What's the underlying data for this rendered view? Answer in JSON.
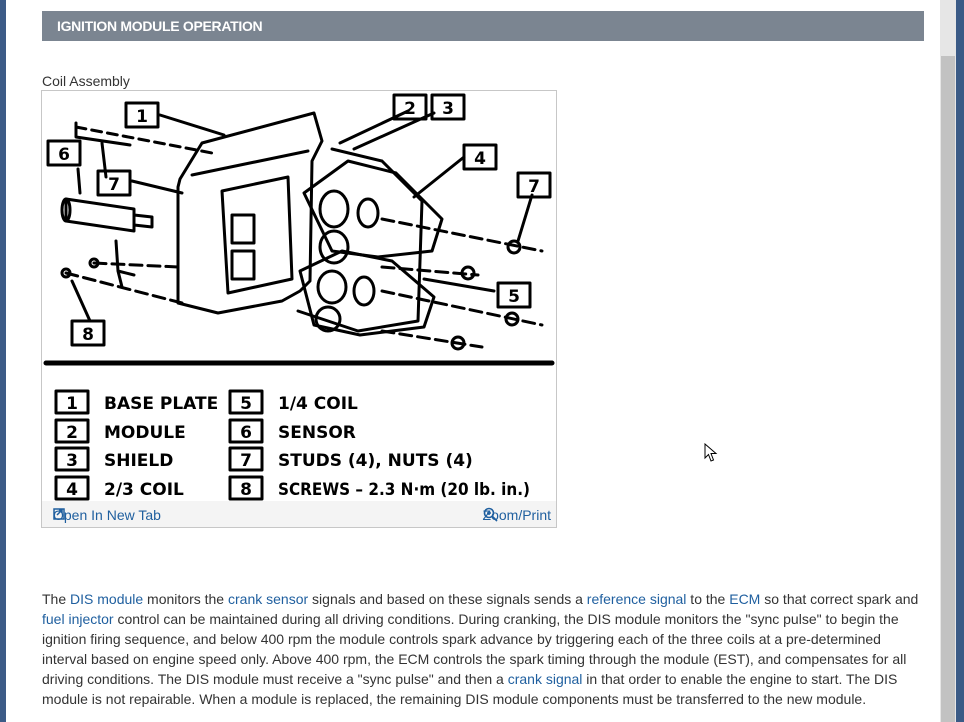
{
  "section": {
    "title": "IGNITION MODULE OPERATION"
  },
  "figure": {
    "caption": "Coil Assembly",
    "callouts": [
      "1",
      "2",
      "3",
      "4",
      "5",
      "6",
      "7",
      "7",
      "8"
    ],
    "legend": [
      {
        "num": "1",
        "label": "BASE PLATE"
      },
      {
        "num": "2",
        "label": "MODULE"
      },
      {
        "num": "3",
        "label": "SHIELD"
      },
      {
        "num": "4",
        "label": "2/3 COIL"
      },
      {
        "num": "5",
        "label": "1/4 COIL"
      },
      {
        "num": "6",
        "label": "SENSOR"
      },
      {
        "num": "7",
        "label": "STUDS (4), NUTS (4)"
      },
      {
        "num": "8",
        "label": "SCREWS  –  2.3 N·m (20 lb. in.)"
      }
    ],
    "open_tab_label": "Open In New Tab",
    "zoom_print_label": "Zoom/Print"
  },
  "body": {
    "t1": "The ",
    "link_dis_module": "DIS module",
    "t2": " monitors the ",
    "link_crank_sensor": "crank sensor",
    "t3": " signals and based on these signals sends a ",
    "link_reference_signal": "reference signal",
    "t4": " to the ",
    "link_ecm": "ECM",
    "t5": " so that correct spark and ",
    "link_fuel_injector": "fuel injector",
    "t6": " control can be maintained during all driving conditions. During cranking, the DIS module monitors the \"sync pulse\" to begin the ignition firing sequence, and below 400 rpm the module controls spark advance by triggering each of the three coils at a pre-determined interval based on engine speed only. Above 400 rpm, the ECM controls the spark timing through the module (EST), and compensates for all driving conditions. The DIS module must receive a \"sync pulse\" and then a ",
    "link_crank_signal": "crank signal",
    "t7": " in that order to enable the engine to start. The DIS module is not repairable. When a module is replaced, the remaining DIS module components must be transferred to the new module."
  },
  "icons": {
    "open_tab": "open-new-tab-icon",
    "zoom": "magnifier-plus-icon",
    "cursor": "mouse-pointer-icon"
  },
  "colors": {
    "header_bg": "#7b8591",
    "link": "#1f5f9f",
    "frame_blue": "#3a5a86"
  }
}
